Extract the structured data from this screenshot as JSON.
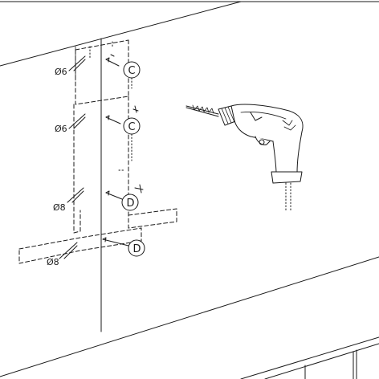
{
  "labels": {
    "hole_c_top_diameter": "Ø6",
    "hole_c_mid_diameter": "Ø6",
    "hole_d_upper_diameter": "Ø8",
    "hole_d_lower_diameter": "Ø8",
    "callout_c_top": "C",
    "callout_c_mid": "C",
    "callout_d_upper": "D",
    "callout_d_lower": "D"
  },
  "icons": {
    "tool": "power-drill-icon"
  }
}
